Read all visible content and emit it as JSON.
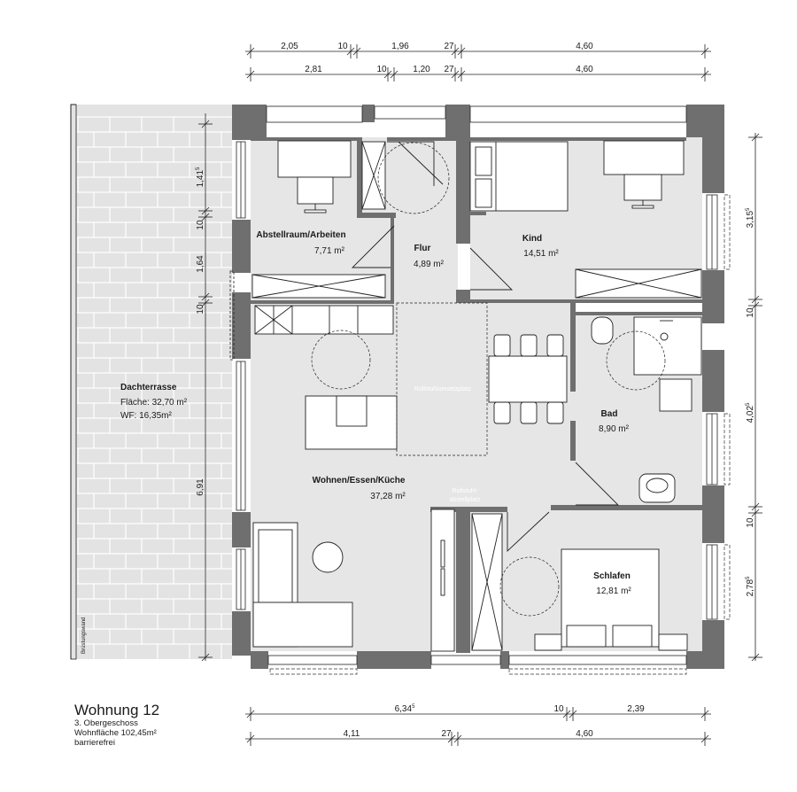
{
  "plan": {
    "dims_top": {
      "row1": [
        "2,05",
        "10",
        "1,96",
        "27",
        "4,60"
      ],
      "row2": [
        "2,81",
        "10",
        "1,20",
        "27",
        "4,60"
      ]
    },
    "dims_bottom": {
      "row1": [
        "6,34",
        "10",
        "2,39"
      ],
      "row2": [
        "4,11",
        "27",
        "4,60"
      ]
    },
    "dims_bottom_sup": "5",
    "dims_left": [
      "1,41",
      "10",
      "1,64",
      "10",
      "6,91"
    ],
    "dims_left_sup": "5",
    "dims_right": [
      "3,15",
      "10",
      "4,02",
      "10",
      "2,78"
    ],
    "dims_right_sup": "5",
    "rooms": {
      "abstellraum": {
        "name": "Abstellraum/Arbeiten",
        "area": "7,71 m²"
      },
      "flur": {
        "name": "Flur",
        "area": "4,89 m²"
      },
      "kind": {
        "name": "Kind",
        "area": "14,51 m²"
      },
      "dachterrasse": {
        "name": "Dachterrasse",
        "flaeche": "Fläche: 32,70 m²",
        "wf": "WF: 16,35m²"
      },
      "bad": {
        "name": "Bad",
        "area": "8,90 m²"
      },
      "wohnen": {
        "name": "Wohnen/Essen/Küche",
        "area": "37,28 m²"
      },
      "schlafen": {
        "name": "Schlafen",
        "area": "12,81 m²"
      }
    },
    "hints": {
      "rollstuhl_1": "Rollstuhlumsetzplatz",
      "rollstuhl_2a": "Rollstuhl-",
      "rollstuhl_2b": "abstellplatz",
      "bruestung": "Brüstungswand"
    }
  },
  "title_block": {
    "title": "Wohnung 12",
    "floor": "3. Obergeschoss",
    "living_area": "Wohnfläche 102,45m²",
    "accessibility": "barrierefrei"
  },
  "colors": {
    "wall": "#6f6f6f",
    "floor": "#e6e6e6",
    "terrace": "#e3e3e3",
    "line": "#1a1a1a"
  }
}
